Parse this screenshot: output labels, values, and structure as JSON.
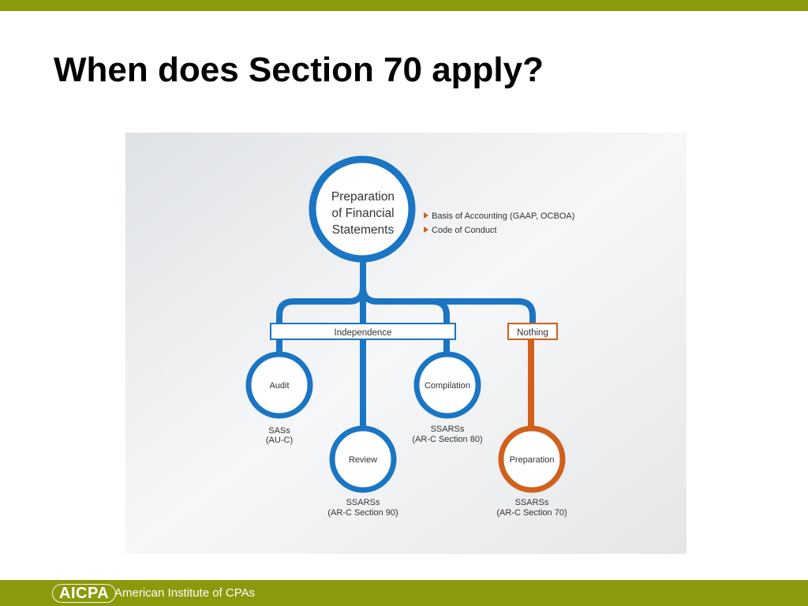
{
  "slide": {
    "title": "When does Section 70 apply?"
  },
  "diagram": {
    "root": {
      "lines": [
        "Preparation",
        "of Financial",
        "Statements"
      ]
    },
    "root_notes": [
      "Basis of Accounting (GAAP, OCBOA)",
      "Code of Conduct"
    ],
    "independence_label": "Independence",
    "nothing_label": "Nothing",
    "nodes": {
      "audit": {
        "label": "Audit",
        "standard": [
          "SASs",
          "(AU-C)"
        ]
      },
      "review": {
        "label": "Review",
        "standard": [
          "SSARSs",
          "(AR-C Section 90)"
        ]
      },
      "compilation": {
        "label": "Compilation",
        "standard": [
          "SSARSs",
          "(AR-C Section 80)"
        ]
      },
      "preparation": {
        "label": "Preparation",
        "standard": [
          "SSARSs",
          "(AR-C Section 70)"
        ]
      }
    },
    "colors": {
      "blue": "#1a75c4",
      "orange": "#d0601c",
      "panel": "#e6e8ea"
    }
  },
  "footer": {
    "logo_text": "AICPA",
    "org_name": "American Institute of CPAs"
  }
}
